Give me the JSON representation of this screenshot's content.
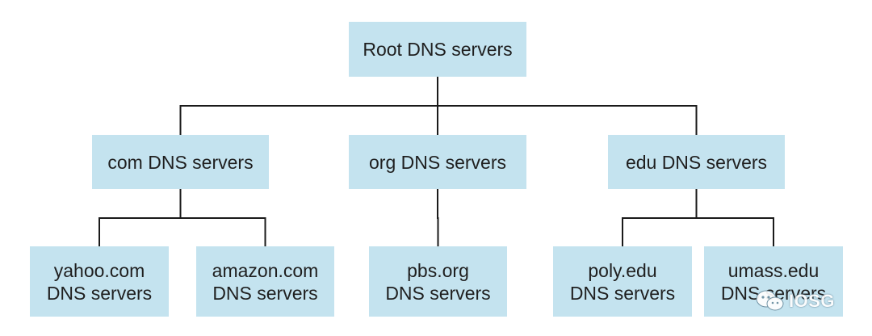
{
  "colors": {
    "node_fill": "#c4e3ef",
    "line": "#1a1a1a",
    "text": "#1f1f1f"
  },
  "nodes": {
    "root": {
      "line1": "Root DNS servers"
    },
    "com": {
      "line1": "com DNS servers"
    },
    "org": {
      "line1": "org DNS servers"
    },
    "edu": {
      "line1": "edu DNS servers"
    },
    "yahoo": {
      "line1": "yahoo.com",
      "line2": "DNS servers"
    },
    "amazon": {
      "line1": "amazon.com",
      "line2": "DNS servers"
    },
    "pbs": {
      "line1": "pbs.org",
      "line2": "DNS servers"
    },
    "poly": {
      "line1": "poly.edu",
      "line2": "DNS servers"
    },
    "umass": {
      "line1": "umass.edu",
      "line2": "DNS servers"
    }
  },
  "edges": [
    [
      "root",
      "com"
    ],
    [
      "root",
      "org"
    ],
    [
      "root",
      "edu"
    ],
    [
      "com",
      "yahoo"
    ],
    [
      "com",
      "amazon"
    ],
    [
      "org",
      "pbs"
    ],
    [
      "edu",
      "poly"
    ],
    [
      "edu",
      "umass"
    ]
  ],
  "watermark": {
    "icon": "wechat-icon",
    "text": "IOSG"
  }
}
